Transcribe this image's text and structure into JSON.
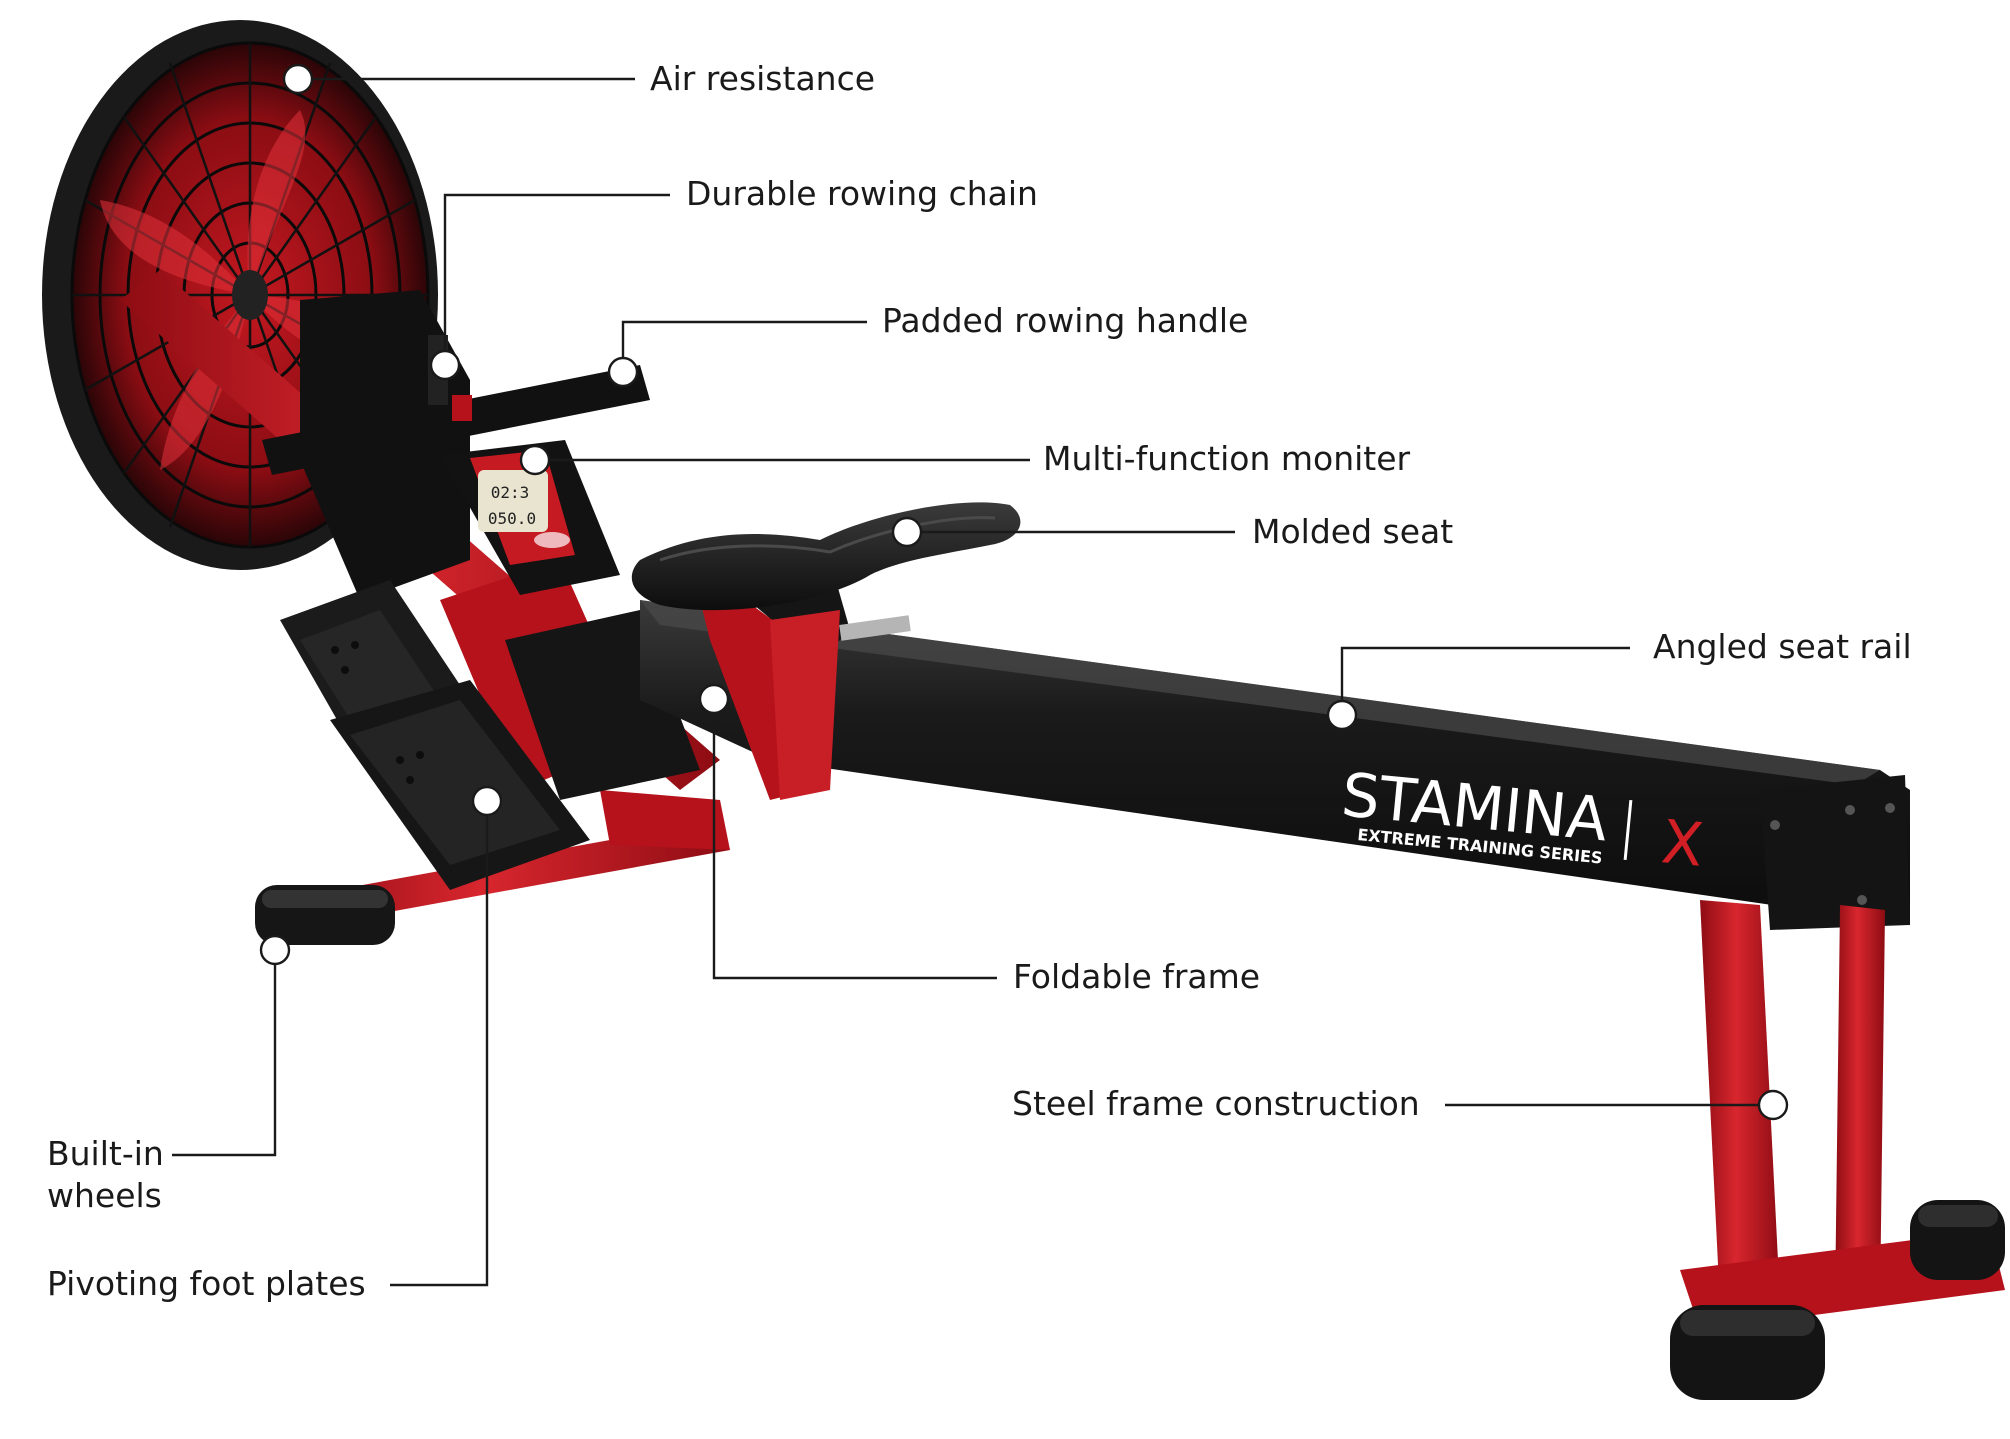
{
  "brand": {
    "logo_text": "STAMINA",
    "logo_mark": "X",
    "tagline": "EXTREME TRAINING SERIES"
  },
  "monitor_display": {
    "line1": "02:3",
    "line2": "050.0"
  },
  "colors": {
    "frame_red": "#b5121b",
    "frame_black": "#141414",
    "label_text": "#1a1a1a",
    "logo_mark": "#d21f26"
  },
  "callouts": [
    {
      "id": "air-resistance",
      "label": "Air resistance"
    },
    {
      "id": "durable-rowing-chain",
      "label": "Durable rowing chain"
    },
    {
      "id": "padded-rowing-handle",
      "label": "Padded rowing handle"
    },
    {
      "id": "multi-function-monitor",
      "label": "Multi-function moniter"
    },
    {
      "id": "molded-seat",
      "label": "Molded seat"
    },
    {
      "id": "angled-seat-rail",
      "label": "Angled seat rail"
    },
    {
      "id": "foldable-frame",
      "label": "Foldable frame"
    },
    {
      "id": "steel-frame-construction",
      "label": "Steel frame construction"
    },
    {
      "id": "built-in-wheels",
      "label": "Built-in\nwheels"
    },
    {
      "id": "pivoting-foot-plates",
      "label": "Pivoting foot plates"
    }
  ]
}
